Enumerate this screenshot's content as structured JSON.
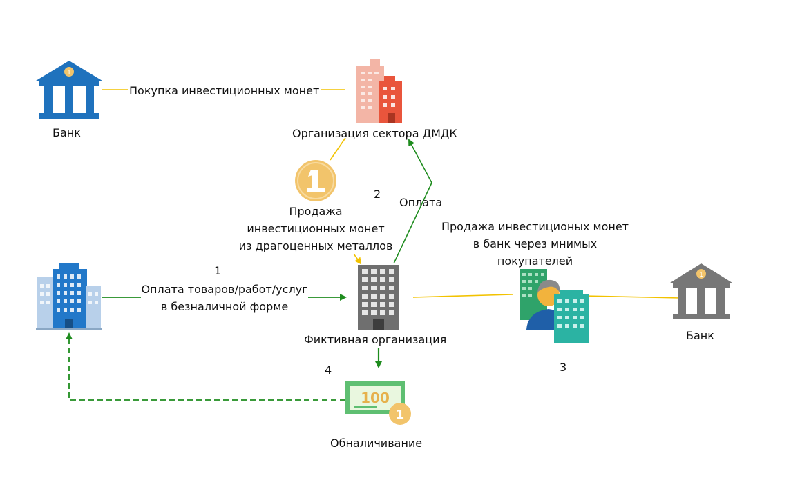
{
  "colors": {
    "yellow_line": "#f2c200",
    "green_arrow": "#1e8c1e",
    "bank_left_blue": "#1f72bd",
    "bank_right_gray": "#777777",
    "dmdk_building_red": "#e9553c",
    "coin_gold": "#f2c46b",
    "fictive_building_gray": "#6f6f6f",
    "client_building_blue": "#2278c9",
    "buyer_building_green": "#2fa36a",
    "buyer_building_teal": "#2bb3a3",
    "person_blue": "#1f5fa8",
    "cash_green": "#5fbf72"
  },
  "icons": {
    "bank_left": "bank-icon",
    "bank_right": "bank-icon",
    "dmdk": "office-building-icon",
    "coin": "coin-icon",
    "client": "office-building-icon",
    "fictive": "office-building-icon",
    "buyers": "person-with-buildings-icon",
    "cash": "banknote-with-coin-icon"
  },
  "nodes": {
    "bank_left_label": "Банк",
    "bank_right_label": "Банк",
    "dmdk_label": "Организация сектора ДМДК",
    "fictive_label": "Фиктивная организация",
    "cash_label": "Обналичивание",
    "bank_coin_badge": "1",
    "cash_amount": "100",
    "cash_coin_badge": "1"
  },
  "edges": {
    "buy_coins": "Покупка инвестиционных монет",
    "sale_coins": [
      "Продажа",
      "инвестиционных монет",
      "из драгоценных металлов"
    ],
    "payment": "Оплата",
    "payment_goods": [
      "Оплата товаров/работ/услуг",
      "в безналичной форме"
    ],
    "sale_to_bank": [
      "Продажа инвестиционых монет",
      "в банк через мнимых",
      "покупателей"
    ]
  },
  "steps": {
    "s1": "1",
    "s2": "2",
    "s3": "3",
    "s4": "4"
  }
}
